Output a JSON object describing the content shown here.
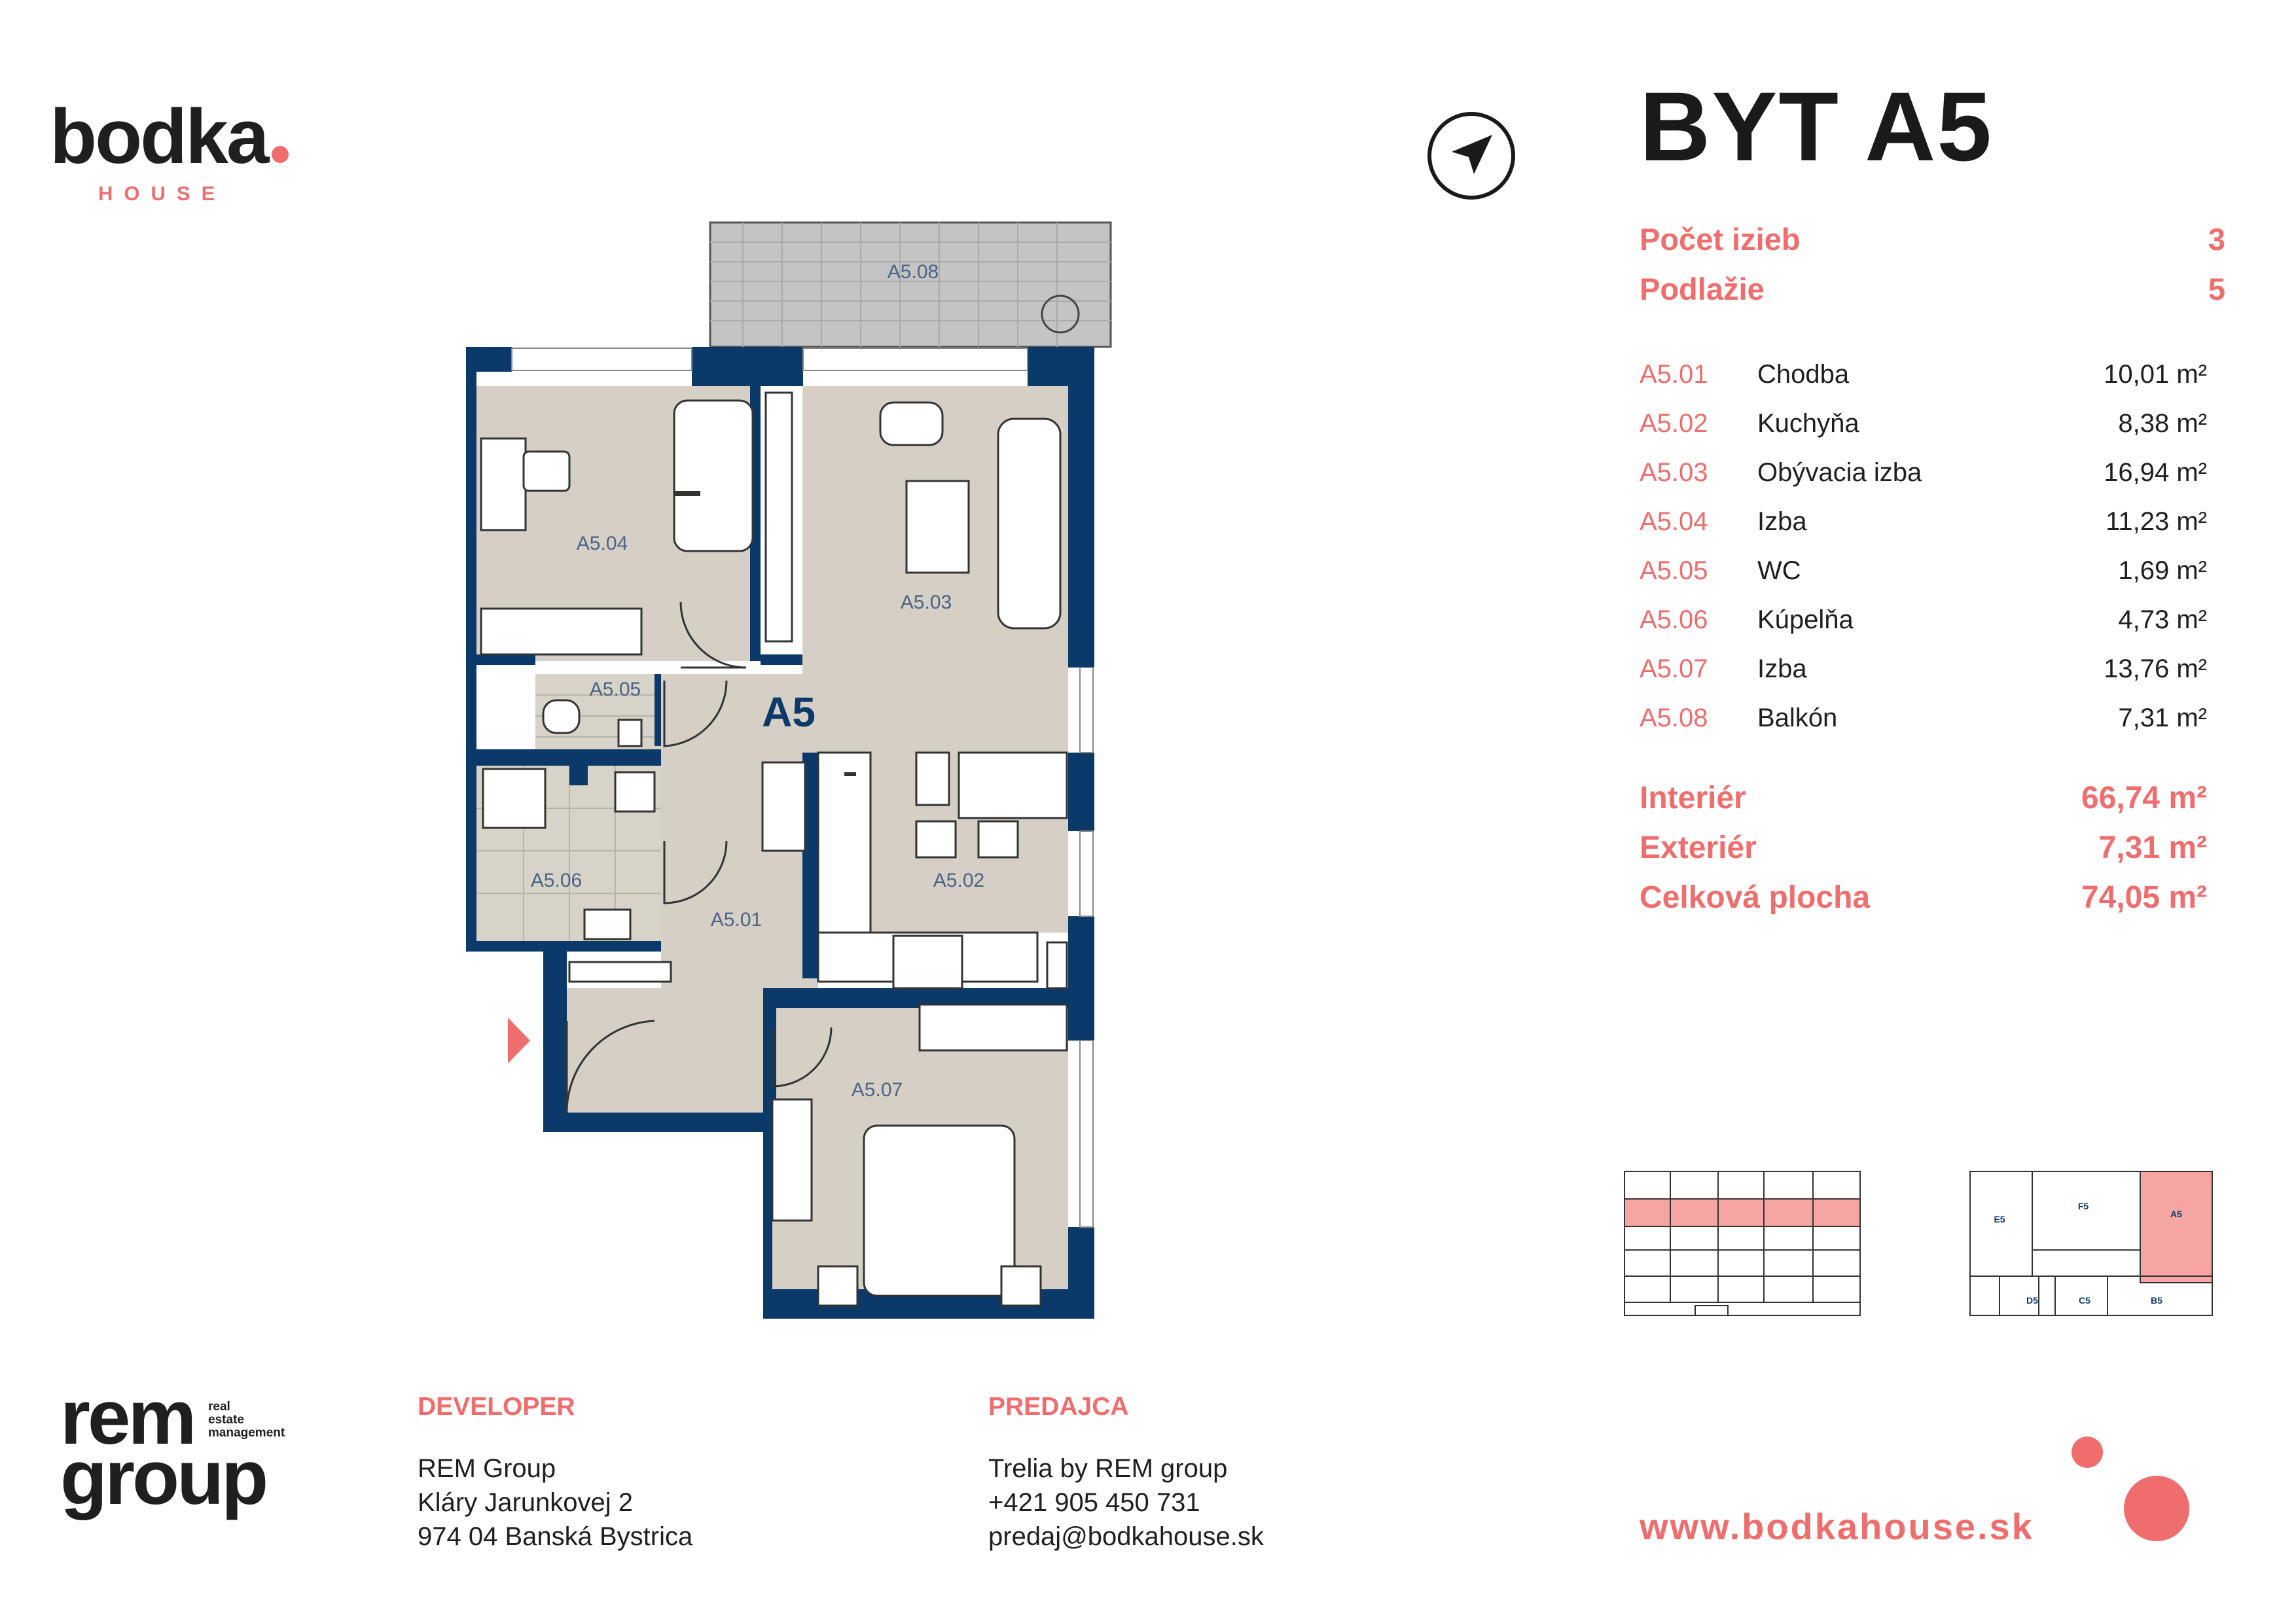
{
  "colors": {
    "accent": "#ef6d6d",
    "wall": "#0b3a6a",
    "floor": "#d5cfc5",
    "text": "#1a1a1a"
  },
  "logo": {
    "word": "bodka",
    "sub": "HOUSE"
  },
  "compass": {
    "icon": "north-arrow-icon"
  },
  "title": "BYT A5",
  "summary": [
    {
      "label": "Počet izieb",
      "value": "3"
    },
    {
      "label": "Podlažie",
      "value": "5"
    }
  ],
  "rooms": [
    {
      "code": "A5.01",
      "name": "Chodba",
      "area": "10,01 m²"
    },
    {
      "code": "A5.02",
      "name": "Kuchyňa",
      "area": "8,38 m²"
    },
    {
      "code": "A5.03",
      "name": "Obývacia izba",
      "area": "16,94 m²"
    },
    {
      "code": "A5.04",
      "name": "Izba",
      "area": "11,23 m²"
    },
    {
      "code": "A5.05",
      "name": "WC",
      "area": "1,69 m²"
    },
    {
      "code": "A5.06",
      "name": "Kúpelňa",
      "area": "4,73 m²"
    },
    {
      "code": "A5.07",
      "name": "Izba",
      "area": "13,76 m²"
    },
    {
      "code": "A5.08",
      "name": "Balkón",
      "area": "7,31 m²"
    }
  ],
  "totals": [
    {
      "label": "Interiér",
      "value": "66,74 m²"
    },
    {
      "label": "Exteriér",
      "value": "7,31 m²"
    },
    {
      "label": "Celková plocha",
      "value": "74,05 m²"
    }
  ],
  "plan": {
    "unit_label": "A5",
    "labels": {
      "r01": "A5.01",
      "r02": "A5.02",
      "r03": "A5.03",
      "r04": "A5.04",
      "r05": "A5.05",
      "r06": "A5.06",
      "r07": "A5.07",
      "r08": "A5.08"
    }
  },
  "keyplan": {
    "labels": {
      "e5": "E5",
      "f5": "F5",
      "a5": "A5",
      "d5": "D5",
      "c5": "C5",
      "b5": "B5"
    }
  },
  "footer": {
    "rem_word": "rem\ngroup",
    "rem_sub": "real\nestate\nmanagement",
    "developer": {
      "heading": "DEVELOPER",
      "lines": [
        "REM Group",
        "Kláry Jarunkovej 2",
        "974 04 Banská Bystrica"
      ]
    },
    "seller": {
      "heading": "PREDAJCA",
      "lines": [
        "Trelia by REM group",
        "+421 905 450 731",
        "predaj@bodkahouse.sk"
      ]
    },
    "website": "www.bodkahouse.sk"
  }
}
